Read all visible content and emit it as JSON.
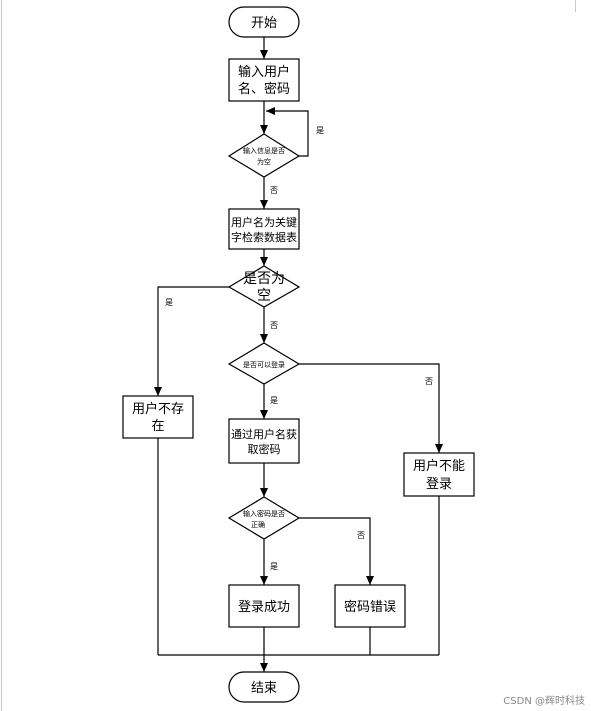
{
  "flowchart": {
    "start": "开始",
    "input_l1": "输入用户",
    "input_l2": "名、密码",
    "check_empty_l1": "输入信息是否",
    "check_empty_l2": "为空",
    "search_l1": "用户名为关键",
    "search_l2": "字检索数据表",
    "is_empty_l1": "是否为",
    "is_empty_l2": "空",
    "can_login": "是否可以登录",
    "get_pwd_l1": "通过用户名获",
    "get_pwd_l2": "取密码",
    "pwd_correct_l1": "输入密码是否",
    "pwd_correct_l2": "正确",
    "user_not_exist_l1": "用户不存",
    "user_not_exist_l2": "在",
    "user_cannot_login_l1": "用户不能",
    "user_cannot_login_l2": "登录",
    "login_success": "登录成功",
    "pwd_error": "密码错误",
    "end": "结束"
  },
  "edge_labels": {
    "yes_1": "是",
    "no_1": "否",
    "yes_2": "是",
    "no_2": "否",
    "yes_3": "是",
    "no_3": "否",
    "yes_4": "是",
    "no_4": "否"
  },
  "watermark": "CSDN @辉时科技"
}
